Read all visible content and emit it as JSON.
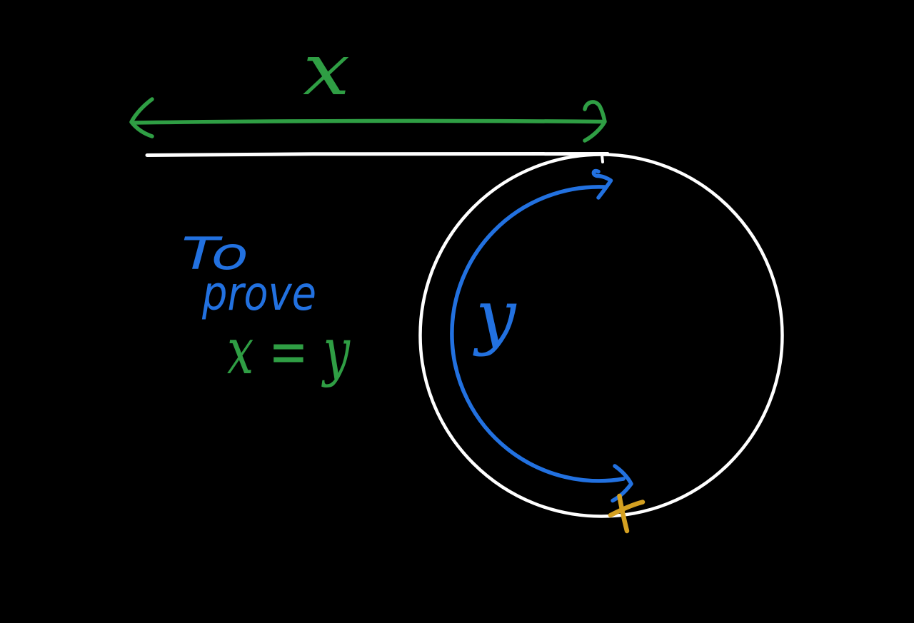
{
  "scene": {
    "kind": "hand-drawn geometry sketch on black board",
    "background": "#000000",
    "description": "Tangent line to a circle with tangent segment marked x, inscribed arc marked y, note to prove x = y, cross mark at point on circle"
  },
  "colors": {
    "background": "#000000",
    "green": "#2f9e44",
    "blue": "#2271e0",
    "white": "#ffffff",
    "orange": "#d4a021"
  },
  "labels": {
    "tangent_length": "x",
    "note_line_1": "To",
    "note_line_2": "prove",
    "note_line_3": "x = y",
    "arc_angle": "y"
  }
}
